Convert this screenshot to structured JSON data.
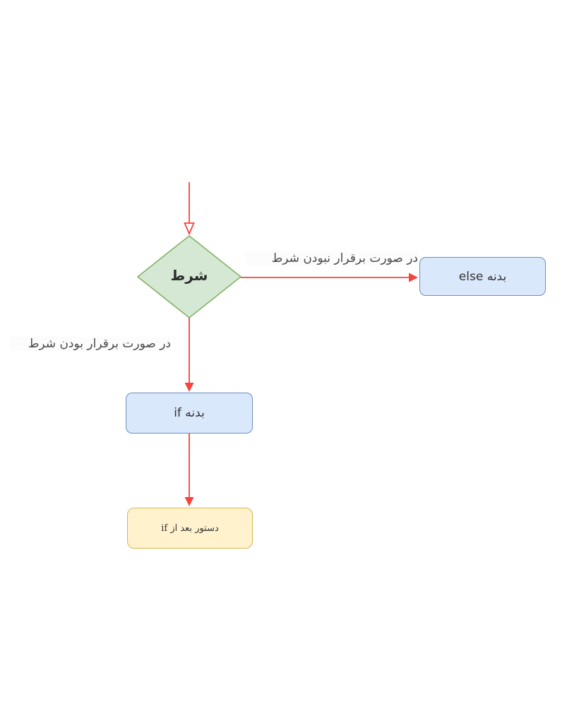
{
  "colors": {
    "canvas_bg": "#ffffff",
    "arrow": "#f8423c",
    "diamond_fill": "#d5e8d4",
    "diamond_stroke": "#82b366",
    "blue_fill": "#dae8fc",
    "blue_stroke": "#6c8ebf",
    "yellow_fill": "#fff2cc",
    "yellow_stroke": "#d6b656",
    "node_text": "#333333",
    "label_text": "#4a4a4a"
  },
  "diagram": {
    "type": "flowchart",
    "nodes": {
      "condition": {
        "label": "شرط",
        "shape": "diamond"
      },
      "else_body": {
        "label": "بدنه else",
        "shape": "rounded-rect"
      },
      "if_body": {
        "label": "بدنه if",
        "shape": "rounded-rect"
      },
      "after_if": {
        "label": "دستور بعد از if",
        "shape": "rounded-rect"
      }
    },
    "edges": {
      "entry": {
        "from": "start",
        "to": "condition",
        "label": ""
      },
      "false_branch": {
        "from": "condition",
        "to": "else_body",
        "label": "در صورت برقرار نبودن شرط"
      },
      "true_branch": {
        "from": "condition",
        "to": "if_body",
        "label": "در صورت برقرار بودن شرط"
      },
      "sequence": {
        "from": "if_body",
        "to": "after_if",
        "label": ""
      }
    }
  }
}
